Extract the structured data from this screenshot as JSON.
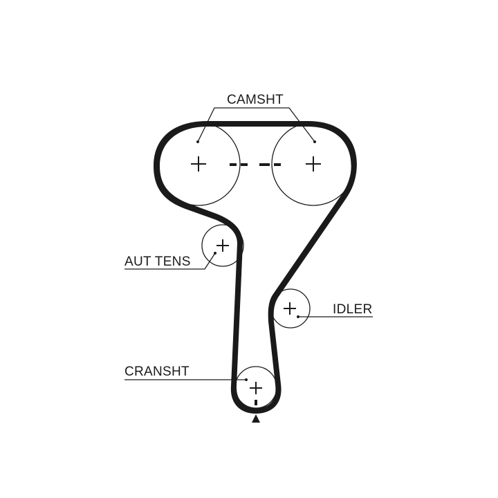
{
  "diagram": {
    "labels": {
      "camshaft": "CAMSHT",
      "auto_tensioner": "AUT TENS",
      "idler": "IDLER",
      "crankshaft": "CRANSHT"
    },
    "colors": {
      "line": "#1a1a1a",
      "background": "#ffffff"
    },
    "markers": {
      "crank_timing_mark": "triangle-up-icon",
      "cam_timing_marks": "dashed-line"
    }
  }
}
